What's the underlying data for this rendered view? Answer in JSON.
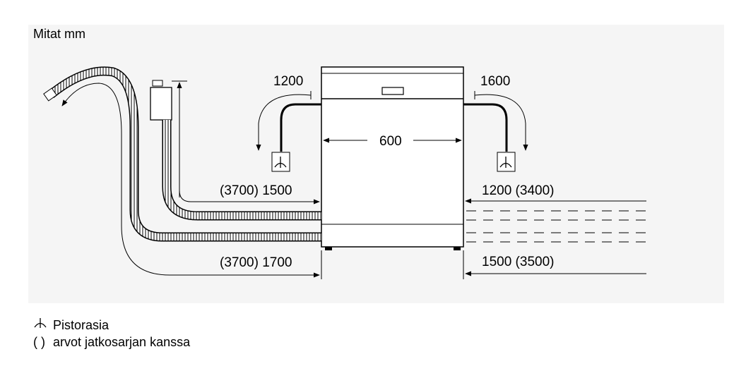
{
  "title": "Mitat mm",
  "dimensions": {
    "left_top": "1200",
    "right_top": "1600",
    "width": "600",
    "left_upper_hose": "(3700) 1500",
    "left_lower_hose": "(3700) 1700",
    "right_upper": "1200 (3400)",
    "right_lower": "1500 (3500)"
  },
  "legend": [
    {
      "symbol": "socket-icon",
      "text": "Pistorasia"
    },
    {
      "symbol": "( )",
      "text": "arvot jatkosarjan kanssa"
    }
  ]
}
